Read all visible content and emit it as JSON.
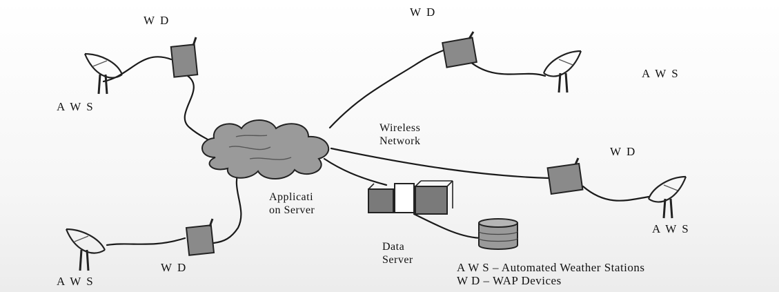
{
  "labels": {
    "wd_top_left": "W D",
    "wd_top_right": "W D",
    "wd_right": "W D",
    "wd_bottom_left": "W D",
    "aws_top_left": "A W S",
    "aws_top_right": "A W S",
    "aws_right": "A W S",
    "aws_bottom_left": "A W S",
    "network_line1": "Wireless",
    "network_line2": "Network",
    "app_server_line1": "Applicati",
    "app_server_line2": "on Server",
    "data_server_line1": "Data",
    "data_server_line2": "Server"
  },
  "legend": {
    "aws": "A W S – Automated Weather Stations",
    "wd": "W D – WAP Devices"
  },
  "colors": {
    "ink": "#1a1a1a",
    "device_fill": "#8a8a8a",
    "cloud_fill": "#9a9a9a",
    "background": "#ffffff"
  }
}
